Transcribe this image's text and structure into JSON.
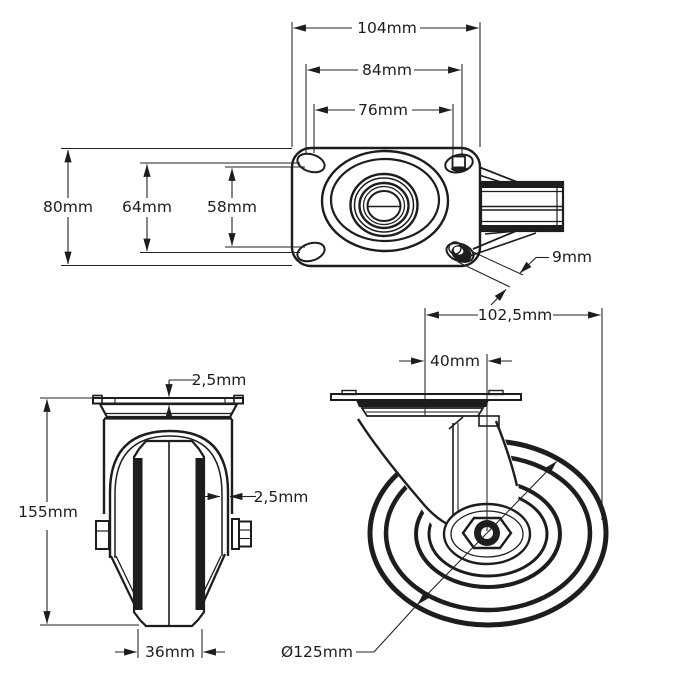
{
  "drawing_type": "caster-wheel-technical-drawing",
  "colors": {
    "line": "#1d1d1b",
    "background": "#ffffff"
  },
  "views": {
    "top": {
      "name": "top-plate-view",
      "dimensions": {
        "overall_width": "104mm",
        "hole_spacing_width": "84mm",
        "hole_spacing_width_alt": "76mm",
        "overall_depth": "80mm",
        "hole_spacing_depth": "64mm",
        "hole_spacing_depth_alt": "58mm",
        "hole_diameter": "9mm"
      }
    },
    "front": {
      "name": "front-view",
      "dimensions": {
        "plate_thickness": "2,5mm",
        "fork_material_thickness": "2,5mm",
        "overall_height": "155mm",
        "wheel_width": "36mm"
      }
    },
    "side": {
      "name": "side-view",
      "dimensions": {
        "swivel_radius": "102,5mm",
        "swivel_offset": "40mm",
        "wheel_diameter": "Ø125mm"
      }
    }
  }
}
